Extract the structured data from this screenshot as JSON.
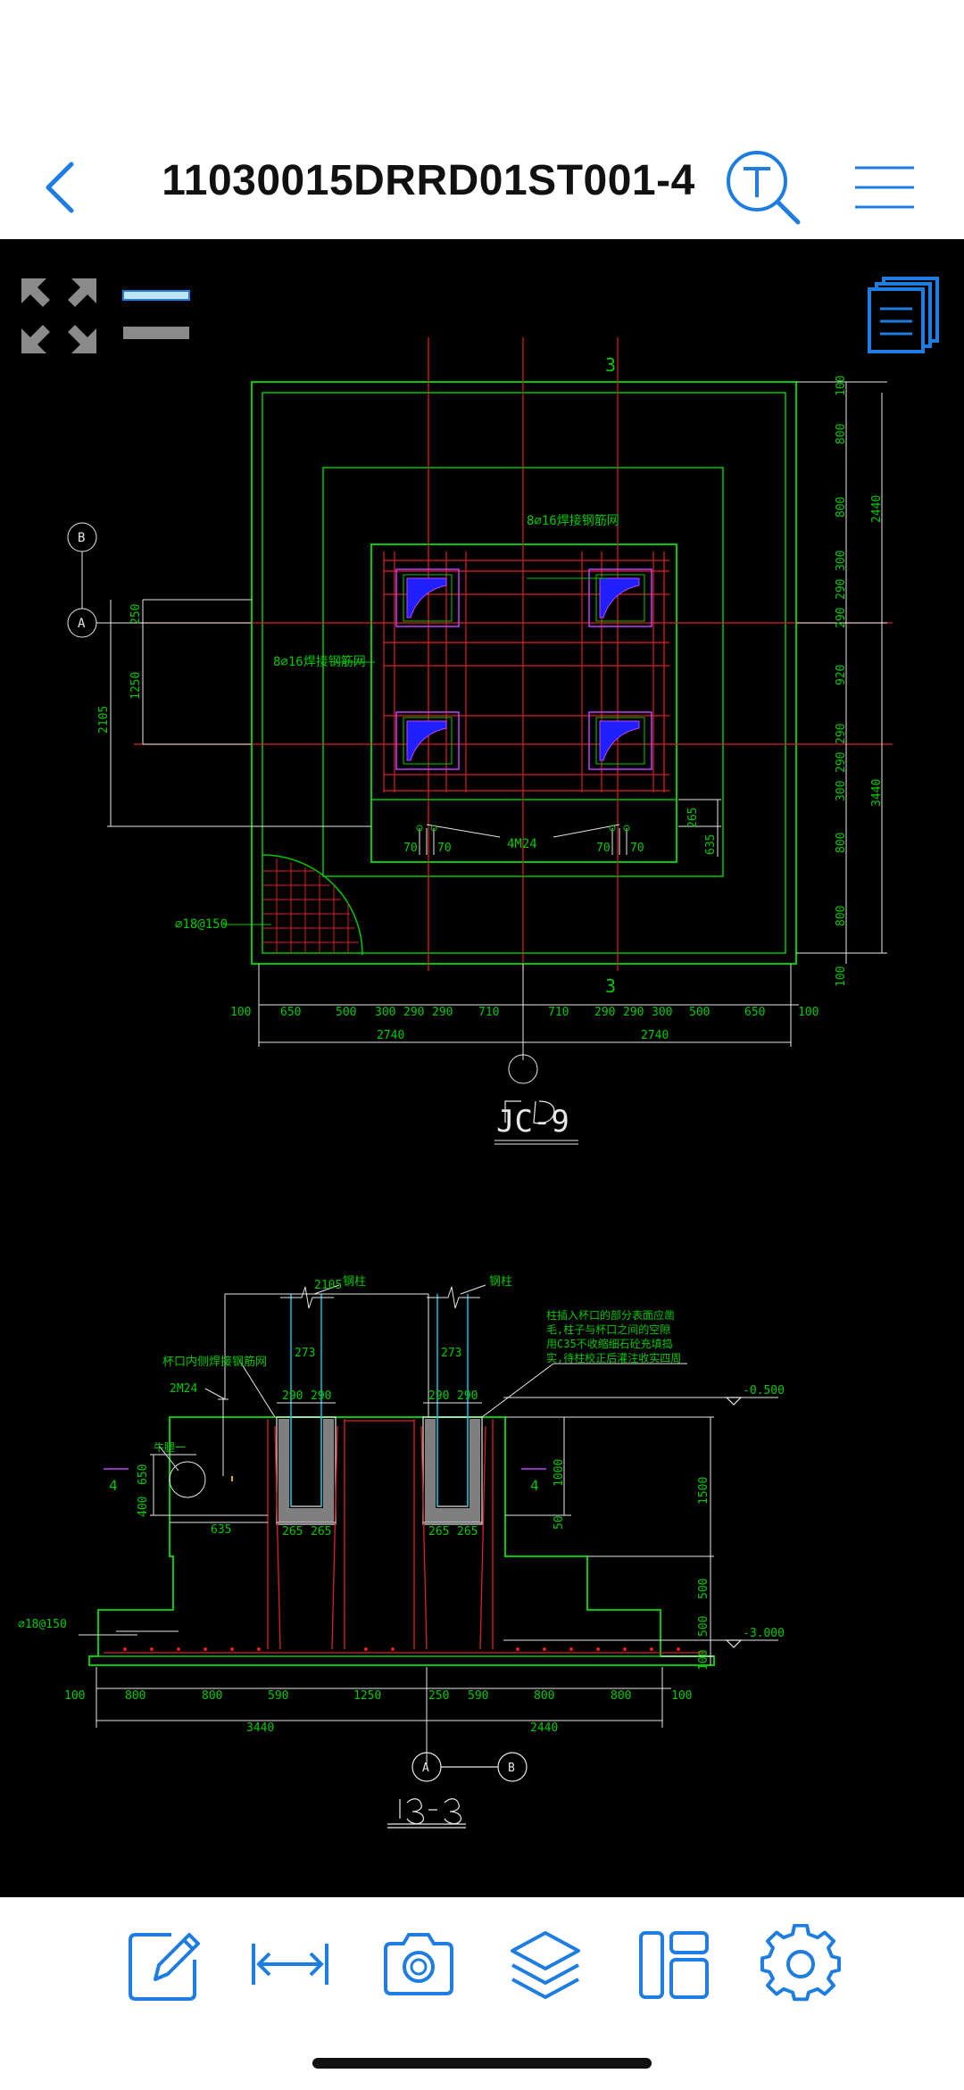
{
  "header": {
    "title": "11030015DRRD01ST001-4",
    "back_icon": "chevron-left-icon",
    "search_icon": "text-search-icon",
    "menu_icon": "hamburger-menu-icon"
  },
  "canvas_controls": {
    "expand_icon": "expand-arrows-icon",
    "line_toggle_icon": "line-weight-icon",
    "pages_icon": "stacked-pages-icon"
  },
  "drawing": {
    "plan": {
      "name": "JC-9",
      "section_mark": "3",
      "axis_b": "B",
      "axis_a": "A",
      "note_top": "8⌀16焊接钢筋网",
      "note_left": "8⌀16焊接钢筋网",
      "rebar_note": "⌀18@150",
      "bolt_note": "4M24",
      "bottom_dims": [
        "100",
        "650",
        "500",
        "300",
        "290",
        "290",
        "710",
        "710",
        "290",
        "290",
        "300",
        "500",
        "650",
        "100"
      ],
      "bottom_totals": [
        "2740",
        "2740"
      ],
      "right_dims": [
        "100",
        "800",
        "800",
        "300",
        "290",
        "290",
        "920",
        "290",
        "290",
        "300",
        "800",
        "800",
        "100"
      ],
      "right_totals": [
        "2440",
        "3440"
      ],
      "left_dims": [
        "250",
        "1250",
        "2105"
      ],
      "inner_dims": [
        "70",
        "70",
        "70",
        "70",
        "265",
        "635"
      ]
    },
    "section": {
      "name": "3-3",
      "top_dim": "2105",
      "col_dim": "273",
      "label_steel": "钢柱",
      "note_right": [
        "柱插入杯口的部分表面应凿",
        "毛,柱子与杯口之间的空隙",
        "用C35不收缩细石砼充填捣",
        "实,待柱校正后灌注收实四周"
      ],
      "note_left": "杯口内侧焊接钢筋网",
      "bolt_note": "2M24",
      "rebar_note": "⌀18@150",
      "elev_top": "-0.500",
      "elev_bottom": "-3.000",
      "side_mark": "4",
      "dims_left": [
        "650",
        "400",
        "635"
      ],
      "cup_dims": [
        "290",
        "290",
        "290",
        "290",
        "265",
        "265",
        "265",
        "265"
      ],
      "vert_dims": [
        "1000",
        "50",
        "1500",
        "500",
        "500",
        "100"
      ],
      "bottom_dims": [
        "100",
        "800",
        "800",
        "590",
        "1250",
        "250",
        "590",
        "800",
        "800",
        "100"
      ],
      "bottom_totals": [
        "3440",
        "2440"
      ],
      "axis_a": "A",
      "axis_b": "B",
      "label_tag": "牛腿一"
    }
  },
  "toolbar": {
    "items": [
      {
        "icon": "edit-annotate-icon"
      },
      {
        "icon": "measure-distance-icon"
      },
      {
        "icon": "camera-icon"
      },
      {
        "icon": "layers-icon"
      },
      {
        "icon": "layout-panels-icon"
      },
      {
        "icon": "settings-gear-icon"
      }
    ]
  },
  "colors": {
    "accent": "#1E7DE0",
    "canvas": "#000000",
    "cad_green": "#00C800",
    "cad_red": "#E02020",
    "cad_white": "#E8E8E8",
    "cad_blue": "#2020FF",
    "cad_cyan": "#00C8E0"
  }
}
